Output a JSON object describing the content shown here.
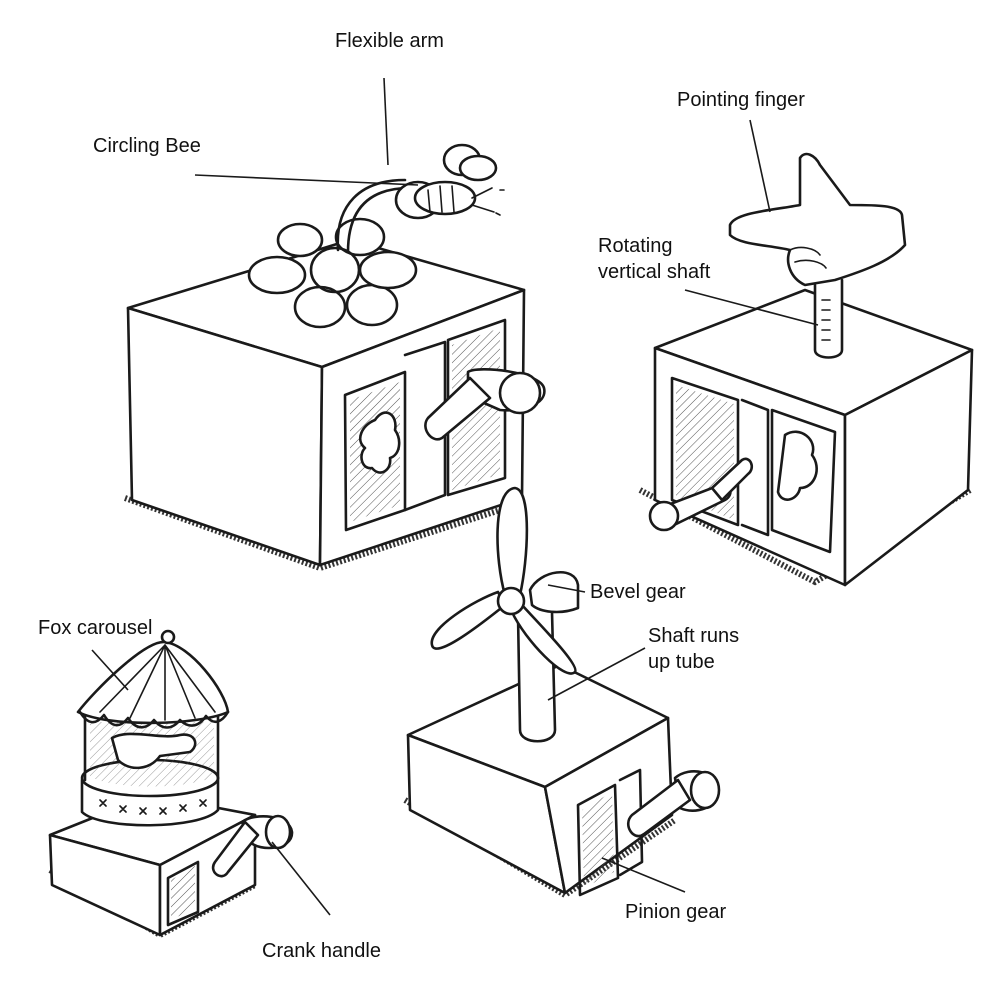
{
  "labels": {
    "flexible_arm": "Flexible arm",
    "circling_bee": "Circling Bee",
    "pointing_finger": "Pointing finger",
    "rotating_vertical_shaft_line1": "Rotating",
    "rotating_vertical_shaft_line2": "vertical shaft",
    "fox_carousel": "Fox carousel",
    "bevel_gear": "Bevel gear",
    "shaft_runs_up_tube_line1": "Shaft runs",
    "shaft_runs_up_tube_line2": "up tube",
    "pinion_gear": "Pinion gear",
    "crank_handle": "Crank handle"
  }
}
